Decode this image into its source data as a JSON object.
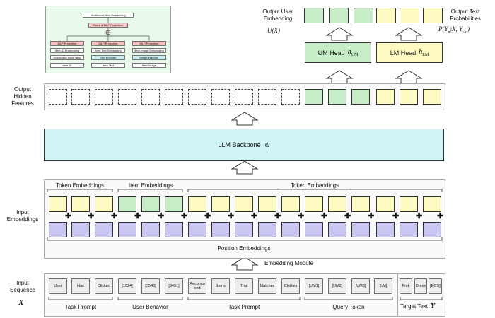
{
  "inset": {
    "top_label": "Multimodal Item Embedding",
    "norm_label": "Norm & MLP Projection",
    "columns": [
      {
        "proj": "MLP Projection",
        "emb": "Item ID Embedding",
        "enc": "Distributed HashTable",
        "input": "Item ID"
      },
      {
        "proj": "MLP Projection",
        "emb": "Item Text Embedding",
        "enc": "Text Encoder",
        "input": "Item Text"
      },
      {
        "proj": "MLP Projection",
        "emb": "Item Image Embedding",
        "enc": "Image Encoder",
        "input": "Item Image"
      }
    ]
  },
  "output": {
    "user_embedding_label": "Output User\nEmbedding",
    "user_embedding_math": "U(X)",
    "text_prob_label": "Output Text\nProbabilities",
    "text_prob_math": "P(Y_n | X, Y_<n)",
    "um_head": "UM Head",
    "um_head_math": "h_UM",
    "lm_head": "LM Head",
    "lm_head_math": "h_LM",
    "hidden_features_label": "Output\nHidden\nFeatures"
  },
  "backbone": {
    "label": "LLM Backbone",
    "math": "ψ"
  },
  "embeddings": {
    "input_label": "Input\nEmbeddings",
    "groups": [
      "Token Embeddings",
      "Item Embeddings",
      "Token Embeddings"
    ],
    "position_label": "Position Embeddings",
    "embedding_module": "Embedding Module"
  },
  "sequence": {
    "input_label": "Input\nSequence",
    "input_math": "X",
    "tokens": [
      "User",
      "Has",
      "Clicked",
      "[1324]",
      "[3543]",
      "[3451]",
      "Recomm end",
      "Items",
      "That",
      "Matches",
      "Clothes",
      "[UM1]",
      "[UM2]",
      "[UM3]",
      "[LM]",
      "Pink",
      "Dress",
      "[EOS]"
    ],
    "groups": [
      "Task Prompt",
      "User Behavior",
      "Task Prompt",
      "Query Token"
    ],
    "target_label": "Target Text",
    "target_math": "Y"
  },
  "colors": {
    "green": "#c6edc6",
    "yellow": "#fdfbc2",
    "purple": "#c9c6f2",
    "cyan": "#cff5f7",
    "pink": "#f6c1c1",
    "light_cyan": "#c8f0f4"
  }
}
